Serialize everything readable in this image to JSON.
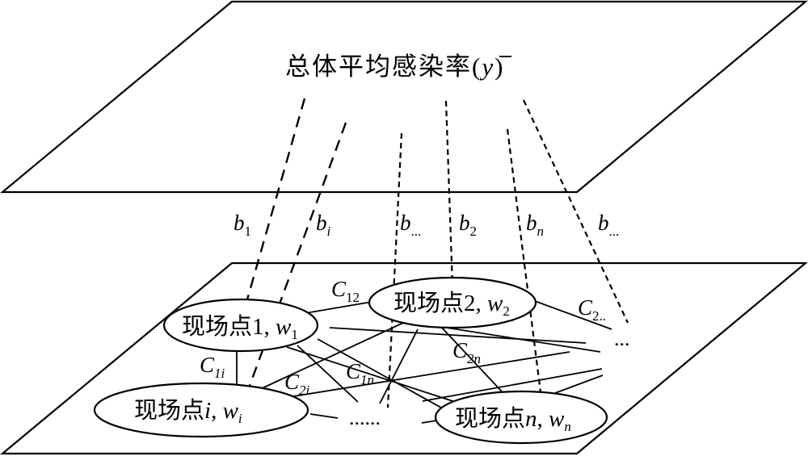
{
  "title": {
    "prefix": "总体平均感染率(",
    "symbol": "y",
    "suffix": ")"
  },
  "nodes": {
    "n1": {
      "name": "现场点1",
      "sep": ", ",
      "weight": "w",
      "weight_sub": "1"
    },
    "n2": {
      "name": "现场点2",
      "sep": ", ",
      "weight": "w",
      "weight_sub": "2"
    },
    "ni": {
      "name": "现场点",
      "index": "i",
      "sep": ", ",
      "weight": "w",
      "weight_sub": "i"
    },
    "nn": {
      "name": "现场点",
      "index": "n",
      "sep": ", ",
      "weight": "w",
      "weight_sub": "n"
    }
  },
  "coef_labels": [
    {
      "base": "b",
      "sub": "1"
    },
    {
      "base": "b",
      "sub": "i"
    },
    {
      "base": "b",
      "sub": "..."
    },
    {
      "base": "b",
      "sub": "2"
    },
    {
      "base": "b",
      "sub": "n"
    },
    {
      "base": "b",
      "sub": "..."
    }
  ],
  "edge_labels": {
    "c12": {
      "base": "C",
      "sub": "12"
    },
    "c1i": {
      "base": "C",
      "sub": "1i"
    },
    "c2i": {
      "base": "C",
      "sub": "2i"
    },
    "c1n": {
      "base": "C",
      "sub": "1n"
    },
    "c2n": {
      "base": "C",
      "sub": "2n"
    },
    "c2dots": {
      "base": "C",
      "sub": "2.."
    }
  },
  "ellipsis": {
    "bottom": "......",
    "right": "..."
  }
}
